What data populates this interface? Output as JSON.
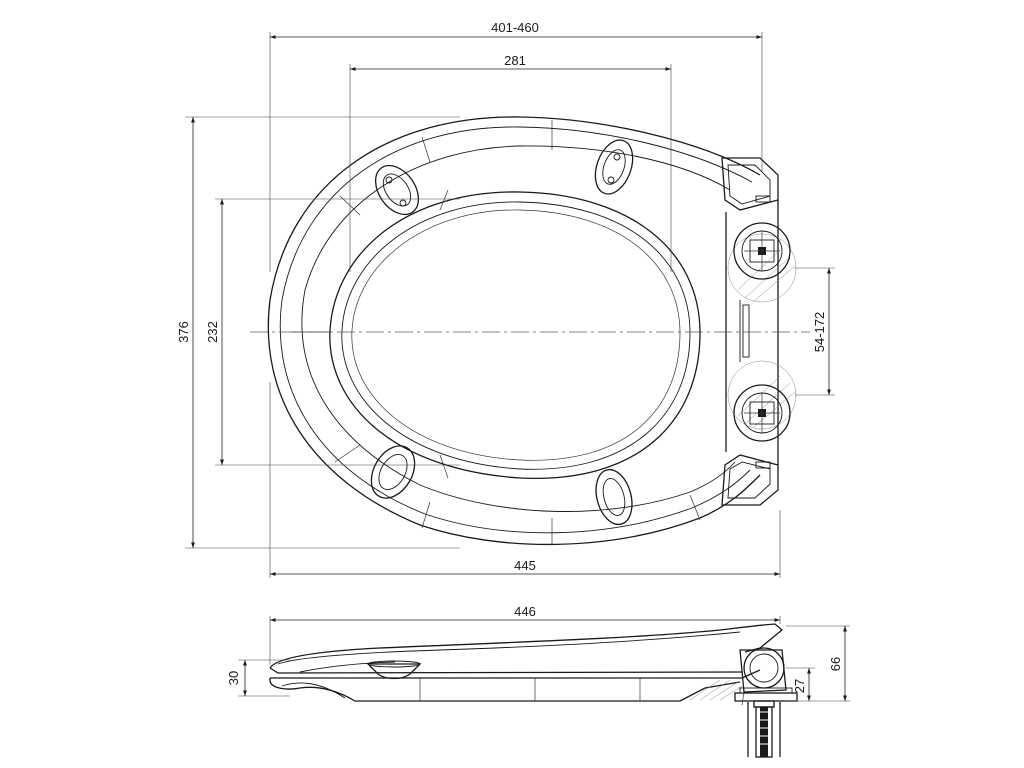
{
  "dimensions": {
    "width_range": "401-460",
    "hole_spacing": "281",
    "overall_length_top": "445",
    "overall_length_side": "446",
    "overall_width": "376",
    "inner_width": "232",
    "hinge_spacing": "54-172",
    "seat_height_front": "30",
    "total_height": "66",
    "hinge_height": "27"
  }
}
